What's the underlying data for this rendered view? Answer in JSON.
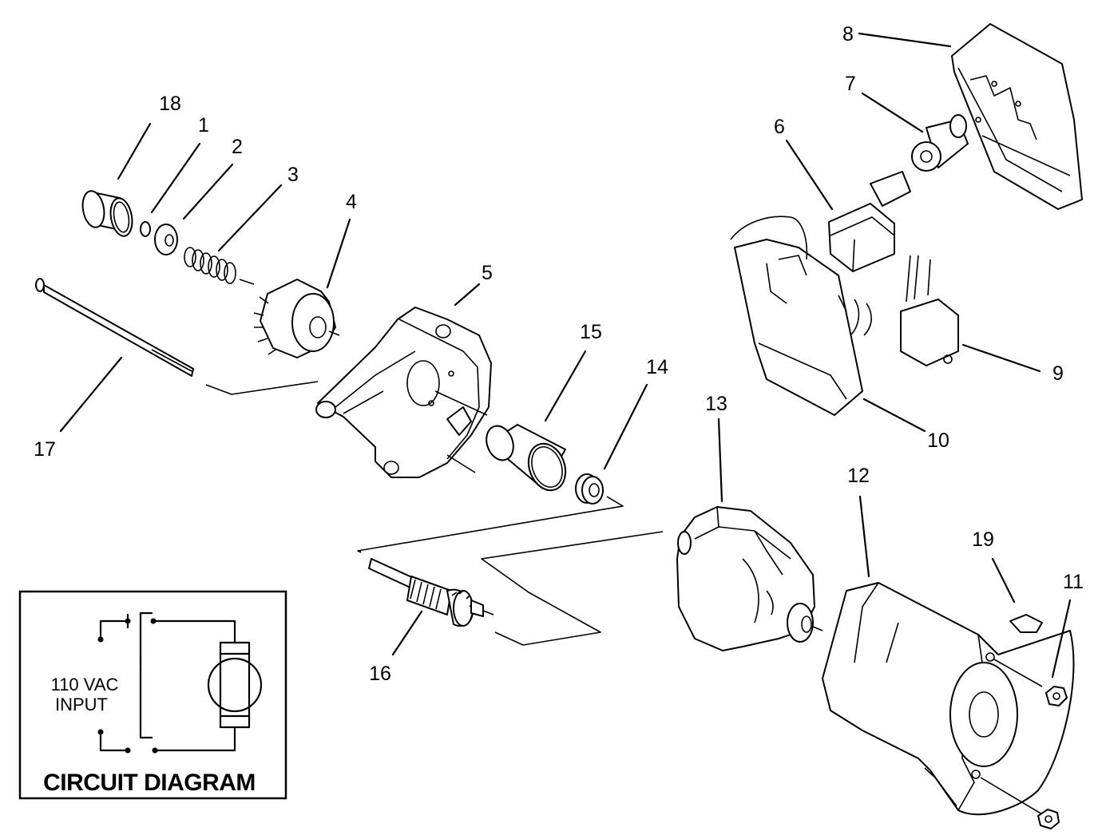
{
  "callouts": {
    "p1": "1",
    "p2": "2",
    "p3": "3",
    "p4": "4",
    "p5": "5",
    "p6": "6",
    "p7": "7",
    "p8": "8",
    "p9": "9",
    "p10": "10",
    "p11": "11",
    "p12": "12",
    "p13": "13",
    "p14": "14",
    "p15": "15",
    "p16": "16",
    "p17": "17",
    "p18": "18",
    "p19": "19"
  },
  "circuit_diagram": {
    "input_line1": "110 VAC",
    "input_line2": "INPUT",
    "title": "CIRCUIT DIAGRAM"
  }
}
